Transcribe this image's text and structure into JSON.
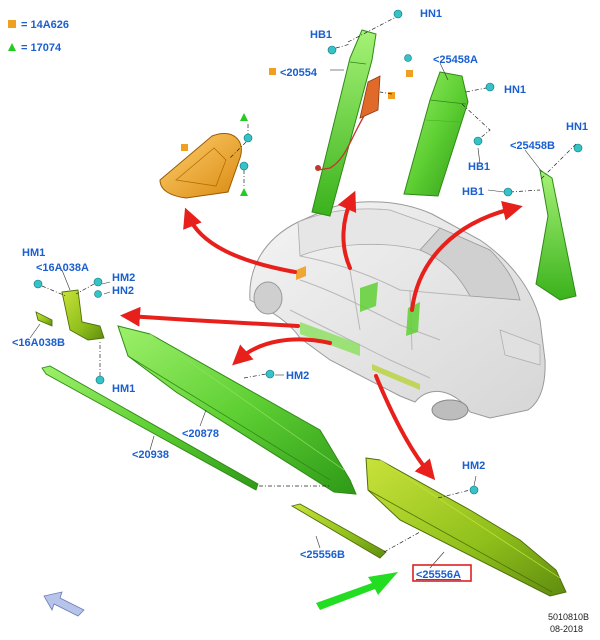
{
  "legend": {
    "items": [
      {
        "symbol": "orange-square",
        "text": "= 14A626",
        "color": "#f0a020"
      },
      {
        "symbol": "green-triangle",
        "text": "= 17074",
        "color": "#22cc22"
      }
    ]
  },
  "labels": {
    "hn1_top": "HN1",
    "hb1_top": "HB1",
    "p20554": "<20554",
    "p25458a": "<25458A",
    "hn1_mid": "HN1",
    "hn1_right": "HN1",
    "p25458b": "<25458B",
    "hb1_mid": "HB1",
    "hb1_low": "HB1",
    "hm1_left": "HM1",
    "p16a038a": "<16A038A",
    "hm2_left": "HM2",
    "hn2_left": "HN2",
    "p16a038b": "<16A038B",
    "hm1_bottom": "HM1",
    "hm2_mid": "HM2",
    "p20878": "<20878",
    "p20938": "<20938",
    "hm2_right": "HM2",
    "p25556b": "<25556B",
    "p25556a": "<25556A"
  },
  "footer": {
    "code": "5010810B",
    "date": "08-2018"
  },
  "colors": {
    "label": "#1a5fd0",
    "part_green": "#6ddc3c",
    "part_green_dark": "#3fae1f",
    "part_olive": "#9ec21e",
    "part_orange": "#f0a020",
    "arrow_red": "#e8201c",
    "arrow_green": "#22dd22",
    "highlight": "#e02020",
    "clip": "#35c3c8"
  }
}
